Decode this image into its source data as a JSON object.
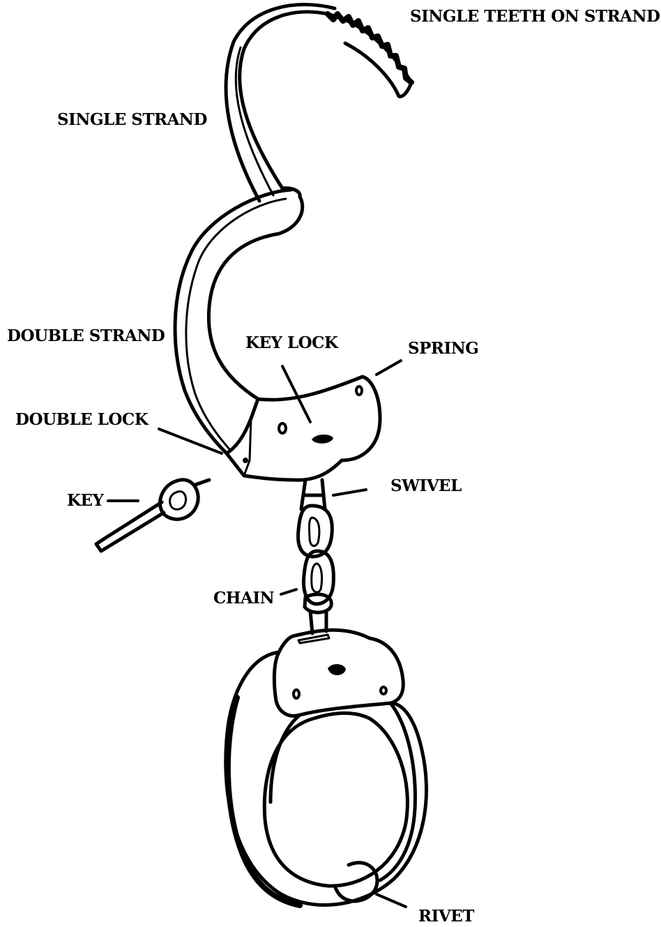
{
  "labels": {
    "single_teeth_on_strand": "SINGLE TEETH ON STRAND",
    "single_strand": "SINGLE STRAND",
    "double_strand": "DOUBLE STRAND",
    "key_lock": "KEY LOCK",
    "spring": "SPRING",
    "double_lock": "DOUBLE LOCK",
    "key": "KEY",
    "swivel": "SWIVEL",
    "chain": "CHAIN",
    "rivet": "RIVET"
  }
}
